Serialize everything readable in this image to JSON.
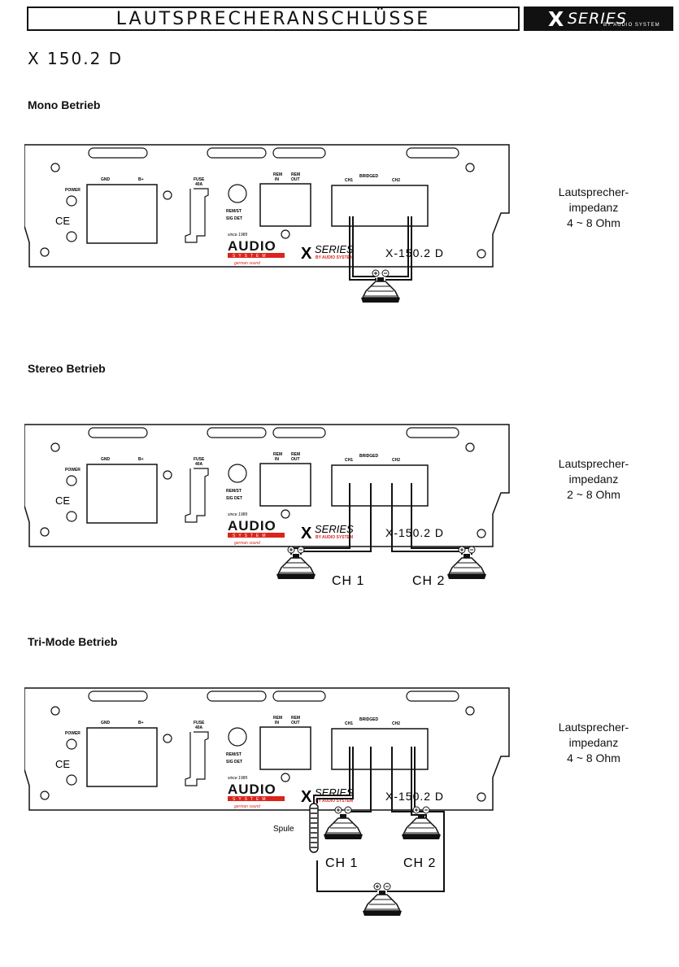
{
  "header": {
    "title": "LAUTSPRECHERANSCHLÜSSE",
    "brand_x": "X",
    "brand_series": "SERIES",
    "brand_sub": "BY AUDIO SYSTEM"
  },
  "model": "X 150.2 D",
  "amp_labels": {
    "power": "POWER",
    "gnd": "GND",
    "bplus": "B+",
    "fuse": "FUSE",
    "fuse_value": "40A",
    "remst": "REM/ST",
    "sigdet": "SIG DET",
    "rem_in_1": "REM",
    "rem_in_2": "IN",
    "rem_out_1": "REM",
    "rem_out_2": "OUT",
    "bridged": "BRIDGED",
    "ch1": "CH1",
    "ch2": "CH2",
    "since": "since 1989",
    "audio": "AUDIO",
    "system": "SYSTEM",
    "german": "german sound",
    "ce": "CE",
    "xs_x": "X",
    "xs_series": "SERIES",
    "xs_by": "BY AUDIO SYSTEM",
    "model_mark": "X-150.2 D"
  },
  "sections": [
    {
      "title": "Mono Betrieb",
      "impedance": [
        "Lautsprecher-",
        "impedanz",
        "4 ~ 8 Ohm"
      ]
    },
    {
      "title": "Stereo Betrieb",
      "impedance": [
        "Lautsprecher-",
        "impedanz",
        "2 ~ 8 Ohm"
      ],
      "speaker_labels": [
        "CH 1",
        "CH 2"
      ]
    },
    {
      "title": "Tri-Mode Betrieb",
      "impedance": [
        "Lautsprecher-",
        "impedanz",
        "4 ~ 8 Ohm"
      ],
      "speaker_labels": [
        "CH 1",
        "CH 2"
      ],
      "coil_label": "Spule"
    }
  ]
}
